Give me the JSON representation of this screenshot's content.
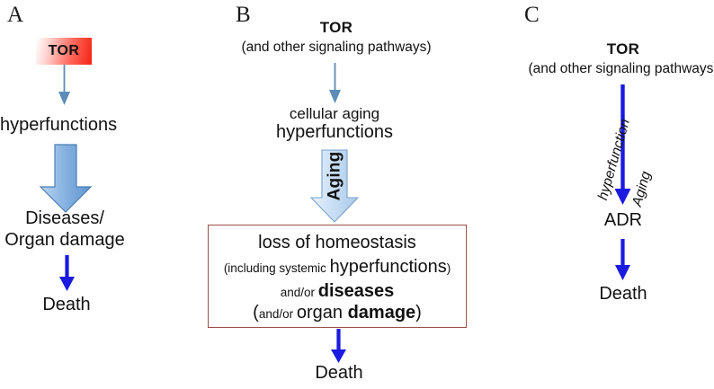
{
  "figure": {
    "panels": [
      {
        "letter": "A",
        "nodes": {
          "tor": "TOR",
          "hyperfunctions": "hyperfunctions",
          "diseases_line1": "Diseases/",
          "diseases_line2": "Organ damage",
          "death": "Death"
        },
        "arrows": [
          {
            "name": "tor-to-hyperfunctions",
            "style": "thin",
            "color": "#5b8db8"
          },
          {
            "name": "hyperfunctions-to-diseases",
            "style": "block",
            "color": "#76a7dc"
          },
          {
            "name": "diseases-to-death",
            "style": "thin",
            "color": "#1a1ae0"
          }
        ]
      },
      {
        "letter": "B",
        "nodes": {
          "tor": "TOR",
          "tor_sub": "(and other signaling pathways)",
          "cellular_aging": "cellular aging",
          "hyperfunctions": "hyperfunctions",
          "aging_label": "Aging",
          "death": "Death"
        },
        "box": {
          "line1": "loss of homeostasis",
          "line2_a": "(including systemic ",
          "line2_b": "hyperfunctions",
          "line2_c": ")",
          "line3_a": "and/or ",
          "line3_b": "diseases",
          "line4_a": "(",
          "line4_b": "and/or ",
          "line4_c": "organ ",
          "line4_d": "damage",
          "line4_e": ")",
          "border_color": "#9c4f48"
        },
        "arrows": [
          {
            "name": "tor-to-cellular-aging",
            "style": "thin",
            "color": "#5b8db8"
          },
          {
            "name": "aging-block-arrow",
            "style": "block",
            "color": "#cfe2f5"
          },
          {
            "name": "box-to-death",
            "style": "thin",
            "color": "#1a1ae0"
          }
        ]
      },
      {
        "letter": "C",
        "nodes": {
          "tor": "TOR",
          "tor_sub": "(and other signaling pathways)",
          "adr": "ADR",
          "death": "Death"
        },
        "side_labels": {
          "left": "hyperfunction",
          "right": "Aging"
        },
        "arrows": [
          {
            "name": "tor-to-adr",
            "style": "thin-long",
            "color": "#1a1ae0"
          },
          {
            "name": "adr-to-death",
            "style": "thin",
            "color": "#1a1ae0"
          }
        ]
      }
    ],
    "colors": {
      "tor_chip_red": "#f42314",
      "steel_blue": "#5b8db8",
      "block_blue": "#76a7dc",
      "pale_blue": "#cfe2f5",
      "pure_blue": "#1a1ae0",
      "box_border": "#9c4f48",
      "text": "#111111"
    }
  }
}
